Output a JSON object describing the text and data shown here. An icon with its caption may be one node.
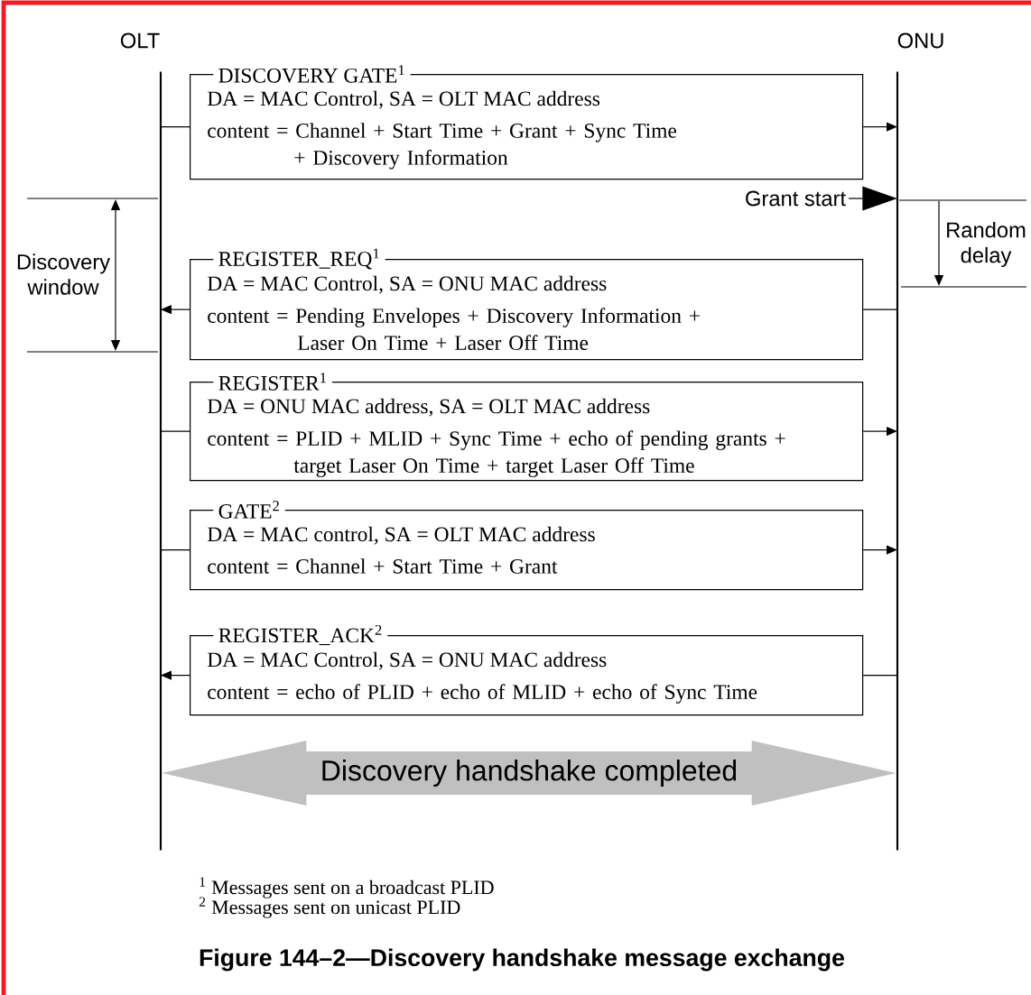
{
  "diagram": {
    "caption": "Figure 144–2—Discovery handshake message exchange",
    "nodes": [
      {
        "text": [
          "OLT"
        ]
      },
      {
        "text": [
          "ONU"
        ]
      },
      {
        "text": [
          "DISCOVERY GATE$^{1}$",
          "DA = MAC Control, SA = OLT MAC address",
          "content = Channel + Start Time + Grant + Sync Time + Discovery Information"
        ]
      },
      {
        "text": [
          "REGISTER_REQ$^{1}$",
          "DA = MAC Control, SA = ONU MAC address",
          "content = Pending Envelopes + Discovery Information + Laser On Time + Laser Off Time"
        ]
      },
      {
        "text": [
          "REGISTER$^{1}$",
          "DA = ONU MAC address, SA = OLT MAC address",
          "content = PLID + MLID + Sync Time + echo of pending grants + target Laser On Time + target Laser Off Time"
        ]
      },
      {
        "text": [
          "GATE$^{2}$",
          "DA = MAC control, SA = OLT MAC address",
          "content = Channel + Start Time + Grant"
        ]
      },
      {
        "text": [
          "REGISTER_ACK$^{2}$",
          "DA = MAC Control, SA = ONU MAC address",
          "content = echo of PLID + echo of MLID + echo of Sync Time"
        ]
      },
      {
        "text": [
          "Grant start"
        ]
      }
    ],
    "edges": [
      {
        "from": 0,
        "to": 2,
        "arrow": "none"
      },
      {
        "from": 2,
        "to": 1,
        "arrow": "to"
      },
      {
        "from": 1,
        "to": 3,
        "arrow": "none"
      },
      {
        "from": 3,
        "to": 0,
        "arrow": "to"
      },
      {
        "from": 0,
        "to": 4,
        "arrow": "none"
      },
      {
        "from": 4,
        "to": 1,
        "arrow": "to"
      },
      {
        "from": 0,
        "to": 5,
        "arrow": "none"
      },
      {
        "from": 5,
        "to": 1,
        "arrow": "to"
      },
      {
        "from": 1,
        "to": 6,
        "arrow": "none"
      },
      {
        "from": 6,
        "to": 0,
        "arrow": "to"
      },
      {
        "from": 7,
        "to": 1,
        "arrow": "to"
      },
      {
        "from": 0,
        "to": 1,
        "arrow": "both",
        "style": "thick",
        "color": "#c0c0c0",
        "label": "Discovery handshake completed"
      }
    ],
    "labels": [
      "Discovery window",
      "Random delay",
      "$^{1}$ Messages sent on a broadcast PLID",
      "$^{2}$ Messages sent on unicast PLID"
    ]
  }
}
